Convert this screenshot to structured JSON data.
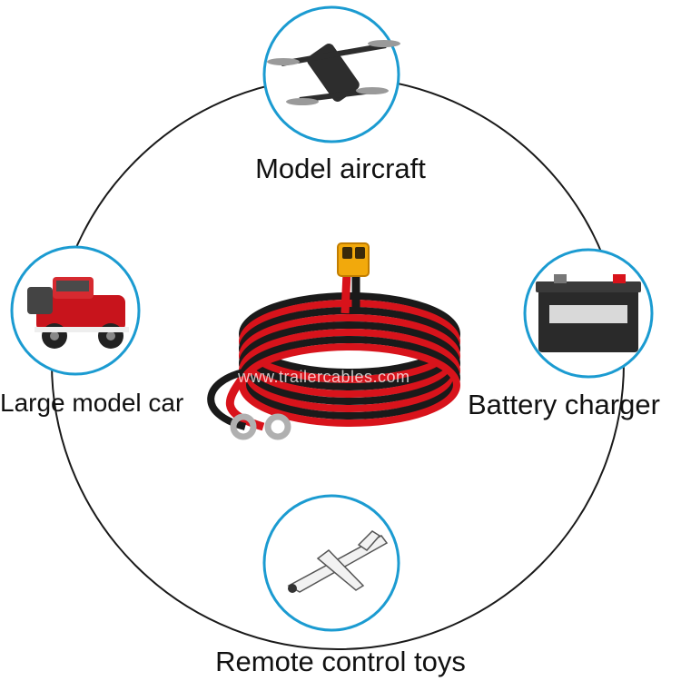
{
  "labels": {
    "top": "Model aircraft",
    "left": "Large model car",
    "right": "Battery charger",
    "bottom": "Remote control toys"
  },
  "watermark": "www.trailercables.com",
  "colors": {
    "ring": "#1a1a1a",
    "badge_border": "#1b9bd1",
    "cable_red": "#d8131b",
    "cable_black": "#1a1a1a",
    "connector": "#f2a90c"
  }
}
